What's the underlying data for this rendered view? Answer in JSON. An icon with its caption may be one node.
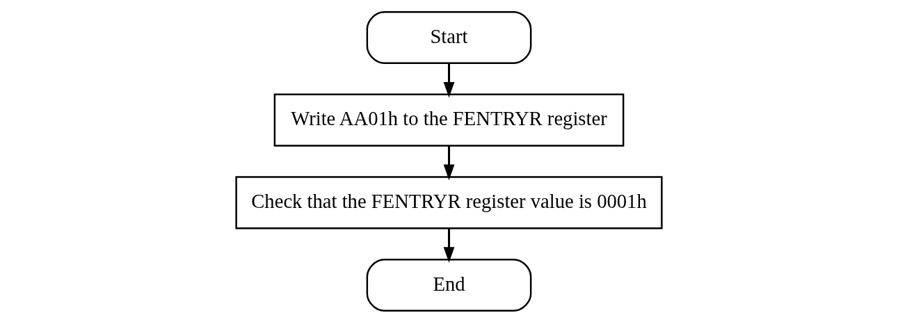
{
  "diagram": {
    "nodes": [
      {
        "text": [
          "Start"
        ]
      },
      {
        "text": [
          "Write AA01h to the FENTRYR register"
        ]
      },
      {
        "text": [
          "Check that the FENTRYR register value is 0001h"
        ]
      },
      {
        "text": [
          "End"
        ]
      }
    ],
    "edges": [
      {
        "from": 0,
        "to": 1,
        "arrow": "to"
      },
      {
        "from": 1,
        "to": 2,
        "arrow": "to"
      },
      {
        "from": 2,
        "to": 3,
        "arrow": "to"
      }
    ]
  }
}
